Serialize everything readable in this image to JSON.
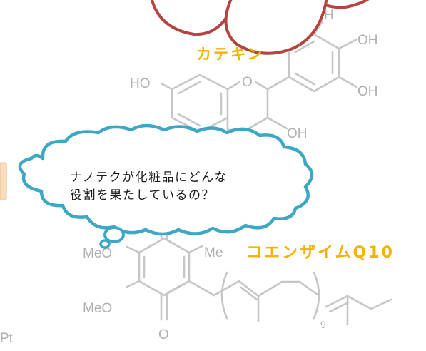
{
  "catechin": {
    "label": "カテキン",
    "groups": {
      "ho_left": "HO",
      "ring_o": "O",
      "oh_top": "OH",
      "oh_mid": "OH",
      "oh_low": "OH",
      "oh_partial": "H"
    }
  },
  "coenzyme": {
    "label": "コエンザイムQ10",
    "groups": {
      "meo_top": "MeO",
      "meo_bottom": "MeO",
      "me": "Me",
      "carbonyl_o": "O",
      "repeat_count": "9"
    }
  },
  "speech_bubble": {
    "line1": "ナノテクが化粧品にどんな",
    "line2": "役割を果たしているの？"
  },
  "corner_text": "Pt",
  "colors": {
    "bubble_outline": "#3ea7c6",
    "balloon_outline": "#b5433f",
    "compound_label": "#f3b300",
    "structure_line": "#c6c6c6",
    "text": "#1b1b1b",
    "accent_edge": "#f5c99a"
  }
}
